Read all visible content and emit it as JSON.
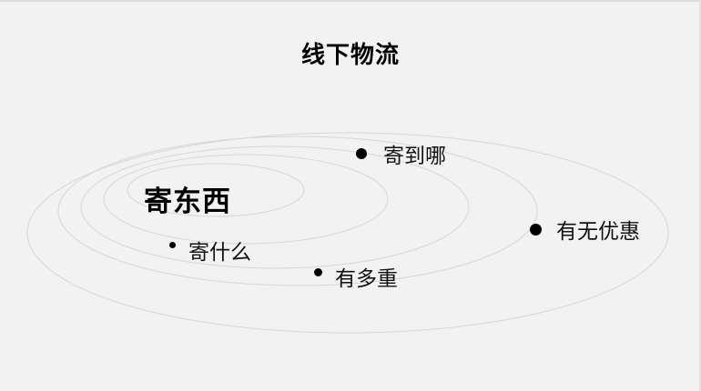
{
  "title": "线下物流",
  "center": {
    "label": "寄东西"
  },
  "points": [
    {
      "label": "寄到哪",
      "dot_size": 12
    },
    {
      "label": "有无优惠",
      "dot_size": 13
    },
    {
      "label": "寄什么",
      "dot_size": 7
    },
    {
      "label": "有多重",
      "dot_size": 9
    }
  ],
  "colors": {
    "background": "#f2f2f2",
    "orbit_stroke": "#d6d6d6",
    "text": "#000000"
  }
}
